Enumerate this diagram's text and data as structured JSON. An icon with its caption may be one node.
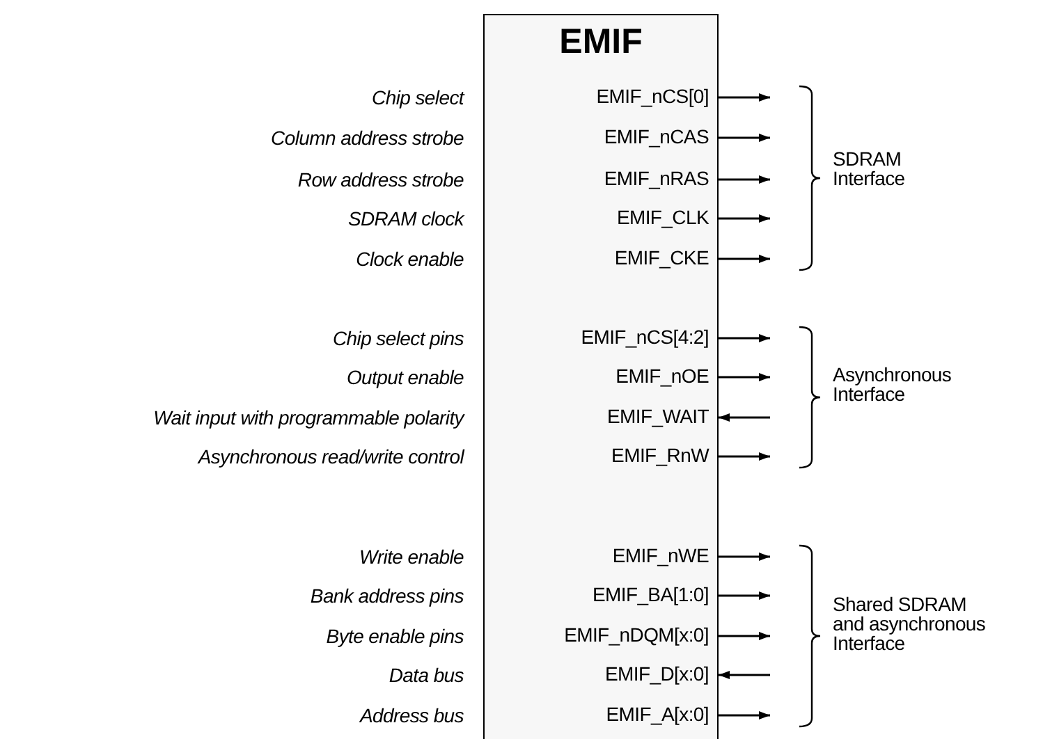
{
  "diagram": {
    "nodes": [
      {
        "text": [
          "EMIF"
        ]
      },
      {
        "text": [
          "EMIF_nCS[0]"
        ],
        "in": 0
      },
      {
        "text": [
          "EMIF_nCAS"
        ],
        "in": 0
      },
      {
        "text": [
          "EMIF_nRAS"
        ],
        "in": 0
      },
      {
        "text": [
          "EMIF_CLK"
        ],
        "in": 0
      },
      {
        "text": [
          "EMIF_CKE"
        ],
        "in": 0
      },
      {
        "text": [
          "EMIF_nCS[4:2]"
        ],
        "in": 0
      },
      {
        "text": [
          "EMIF_nOE"
        ],
        "in": 0
      },
      {
        "text": [
          "EMIF_WAIT"
        ],
        "in": 0
      },
      {
        "text": [
          "EMIF_RnW"
        ],
        "in": 0
      },
      {
        "text": [
          "EMIF_nWE"
        ],
        "in": 0
      },
      {
        "text": [
          "EMIF_BA[1:0]"
        ],
        "in": 0
      },
      {
        "text": [
          "EMIF_nDQM[x:0]"
        ],
        "in": 0
      },
      {
        "text": [
          "EMIF_D[x:0]"
        ],
        "in": 0
      },
      {
        "text": [
          "EMIF_A[x:0]"
        ],
        "in": 0
      }
    ],
    "edges": [
      {
        "from": 1,
        "to": null,
        "arrow": "to"
      },
      {
        "from": 2,
        "to": null,
        "arrow": "to"
      },
      {
        "from": 3,
        "to": null,
        "arrow": "to"
      },
      {
        "from": 4,
        "to": null,
        "arrow": "to"
      },
      {
        "from": 5,
        "to": null,
        "arrow": "to"
      },
      {
        "from": 6,
        "to": null,
        "arrow": "to"
      },
      {
        "from": 7,
        "to": null,
        "arrow": "to"
      },
      {
        "from": null,
        "to": 8,
        "arrow": "to"
      },
      {
        "from": 9,
        "to": null,
        "arrow": "to"
      },
      {
        "from": 10,
        "to": null,
        "arrow": "to"
      },
      {
        "from": 11,
        "to": null,
        "arrow": "to"
      },
      {
        "from": 12,
        "to": null,
        "arrow": "to"
      },
      {
        "from": null,
        "to": 13,
        "arrow": "to"
      },
      {
        "from": 14,
        "to": null,
        "arrow": "to"
      }
    ],
    "labels": [
      "Chip select",
      "Column address strobe",
      "Row address strobe",
      "SDRAM clock",
      "Clock enable",
      "SDRAM Interface",
      "Chip select pins",
      "Output enable",
      "Wait input with programmable polarity",
      "Asynchronous read/write control",
      "Asynchronous Interface",
      "Write enable",
      "Bank address pins",
      "Byte enable pins",
      "Data bus",
      "Address bus",
      "Shared SDRAM and asynchronous Interface"
    ]
  }
}
